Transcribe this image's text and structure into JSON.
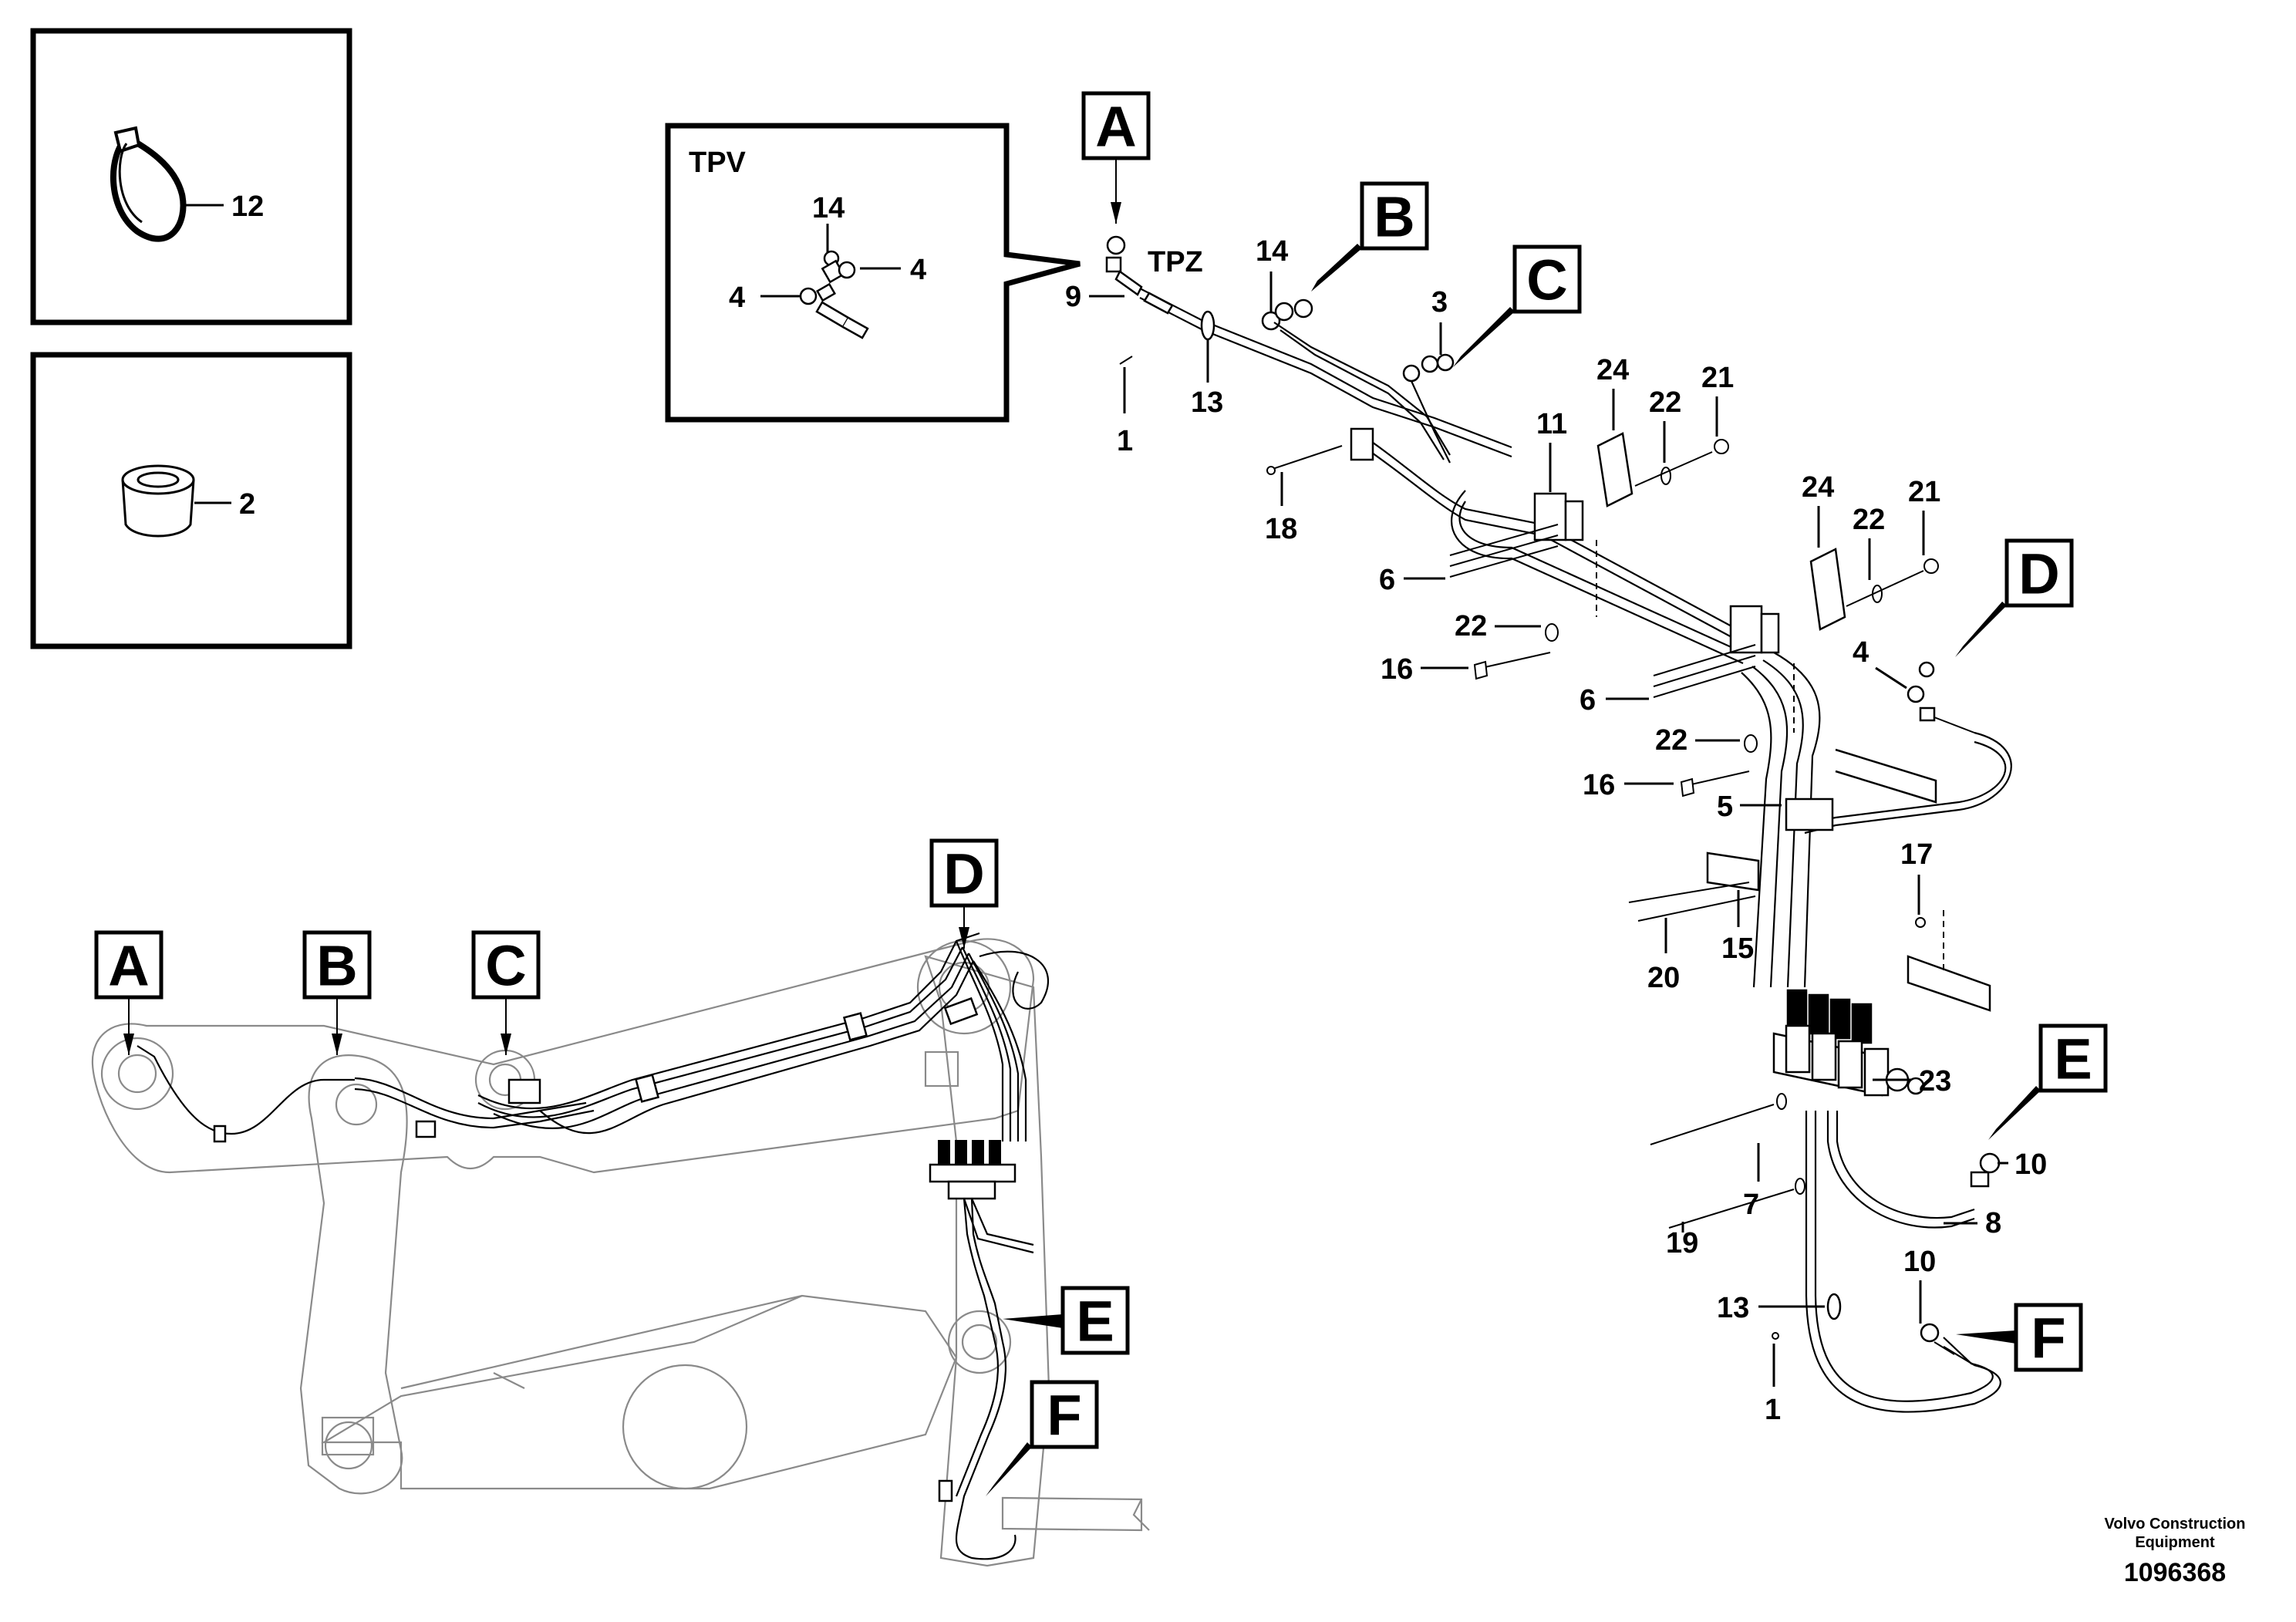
{
  "inset_boxes": {
    "tie_strap_number": "12",
    "bushing_number": "2"
  },
  "detail_box": {
    "title": "TPV",
    "labels": [
      "14",
      "4",
      "4"
    ]
  },
  "tpz_label": "TPZ",
  "section_letters": {
    "A": "A",
    "B": "B",
    "C": "C",
    "D": "D",
    "E": "E",
    "F": "F"
  },
  "part_numbers": {
    "p9": "9",
    "p1a": "1",
    "p13a": "13",
    "p14": "14",
    "p18": "18",
    "p3": "3",
    "p11": "11",
    "p24a": "24",
    "p22a": "22",
    "p21a": "21",
    "p6a": "6",
    "p22b": "22",
    "p16a": "16",
    "p24b": "24",
    "p22c": "22",
    "p21b": "21",
    "p6b": "6",
    "p4": "4",
    "p22d": "22",
    "p16b": "16",
    "p5": "5",
    "p17": "17",
    "p15": "15",
    "p20": "20",
    "p23": "23",
    "p10a": "10",
    "p7": "7",
    "p8": "8",
    "p19": "19",
    "p10b": "10",
    "p13b": "13",
    "p1b": "1"
  },
  "footer": {
    "company_line1": "Volvo Construction",
    "company_line2": "Equipment",
    "drawing_number": "1096368"
  }
}
